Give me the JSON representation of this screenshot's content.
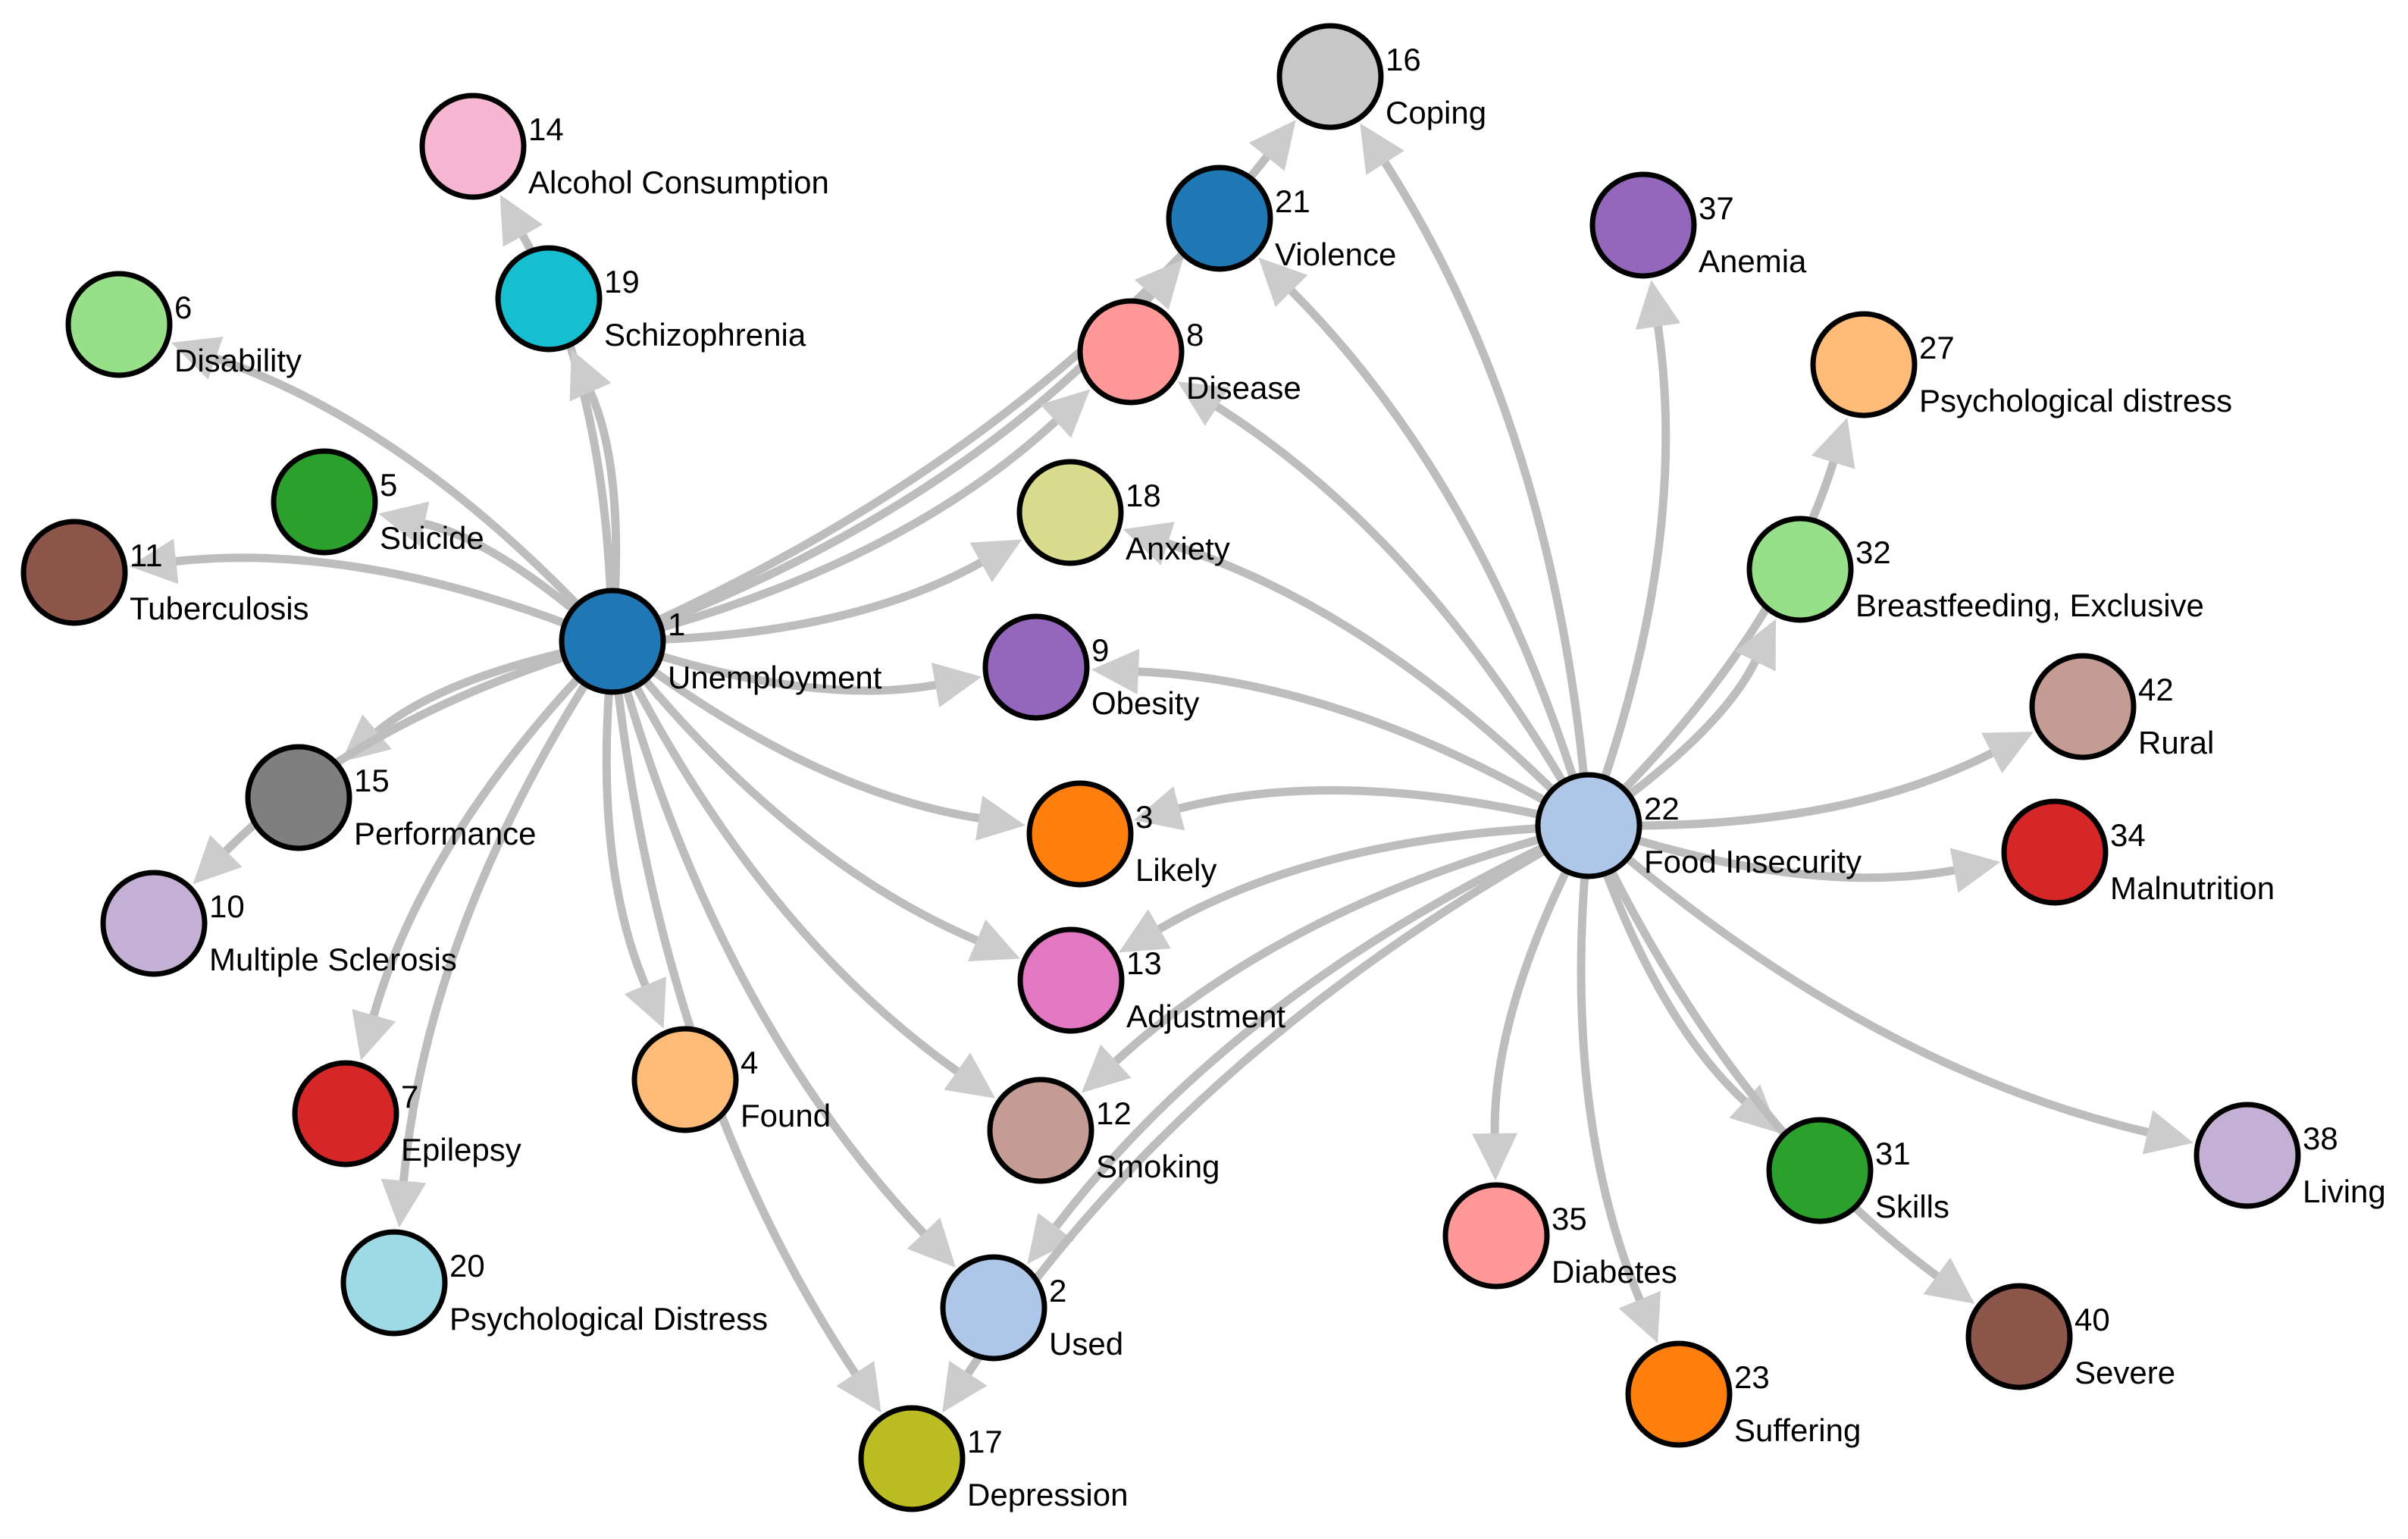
{
  "graph": {
    "nodes": [
      {
        "id": "1",
        "label": "Unemployment",
        "color": "#1f77b4"
      },
      {
        "id": "22",
        "label": "Food Insecurity",
        "color": "#aec7e8"
      },
      {
        "id": "16",
        "label": "Coping",
        "color": "#c7c7c7"
      },
      {
        "id": "14",
        "label": "Alcohol Consumption",
        "color": "#f7b6d2"
      },
      {
        "id": "21",
        "label": "Violence",
        "color": "#1f77b4"
      },
      {
        "id": "19",
        "label": "Schizophrenia",
        "color": "#17becf"
      },
      {
        "id": "6",
        "label": "Disability",
        "color": "#98df8a"
      },
      {
        "id": "8",
        "label": "Disease",
        "color": "#ff9896"
      },
      {
        "id": "5",
        "label": "Suicide",
        "color": "#2ca02c"
      },
      {
        "id": "18",
        "label": "Anxiety",
        "color": "#dbdb8d"
      },
      {
        "id": "11",
        "label": "Tuberculosis",
        "color": "#8c564b"
      },
      {
        "id": "9",
        "label": "Obesity",
        "color": "#9467bd"
      },
      {
        "id": "15",
        "label": "Performance",
        "color": "#7f7f7f"
      },
      {
        "id": "3",
        "label": "Likely",
        "color": "#ff7f0e"
      },
      {
        "id": "10",
        "label": "Multiple Sclerosis",
        "color": "#c5b0d5"
      },
      {
        "id": "13",
        "label": "Adjustment",
        "color": "#e377c2"
      },
      {
        "id": "4",
        "label": "Found",
        "color": "#ffbb78"
      },
      {
        "id": "7",
        "label": "Epilepsy",
        "color": "#d62728"
      },
      {
        "id": "12",
        "label": "Smoking",
        "color": "#c49c94"
      },
      {
        "id": "20",
        "label": "Psychological Distress",
        "color": "#9edae5"
      },
      {
        "id": "2",
        "label": "Used",
        "color": "#aec7e8"
      },
      {
        "id": "17",
        "label": "Depression",
        "color": "#bcbd22"
      },
      {
        "id": "37",
        "label": "Anemia",
        "color": "#9467bd"
      },
      {
        "id": "27",
        "label": "Psychological distress",
        "color": "#ffbb78"
      },
      {
        "id": "32",
        "label": "Breastfeeding, Exclusive",
        "color": "#98df8a"
      },
      {
        "id": "42",
        "label": "Rural",
        "color": "#c49c94"
      },
      {
        "id": "34",
        "label": "Malnutrition",
        "color": "#d62728"
      },
      {
        "id": "38",
        "label": "Living",
        "color": "#c5b0d5"
      },
      {
        "id": "31",
        "label": "Skills",
        "color": "#2ca02c"
      },
      {
        "id": "35",
        "label": "Diabetes",
        "color": "#ff9896"
      },
      {
        "id": "40",
        "label": "Severe",
        "color": "#8c564b"
      },
      {
        "id": "23",
        "label": "Suffering",
        "color": "#ff7f0e"
      }
    ],
    "edges": [
      {
        "source": "1",
        "target": "16"
      },
      {
        "source": "1",
        "target": "14"
      },
      {
        "source": "1",
        "target": "21"
      },
      {
        "source": "1",
        "target": "19"
      },
      {
        "source": "1",
        "target": "6"
      },
      {
        "source": "1",
        "target": "8"
      },
      {
        "source": "1",
        "target": "5"
      },
      {
        "source": "1",
        "target": "18"
      },
      {
        "source": "1",
        "target": "11"
      },
      {
        "source": "1",
        "target": "9"
      },
      {
        "source": "1",
        "target": "15"
      },
      {
        "source": "1",
        "target": "3"
      },
      {
        "source": "1",
        "target": "10"
      },
      {
        "source": "1",
        "target": "13"
      },
      {
        "source": "1",
        "target": "4"
      },
      {
        "source": "1",
        "target": "7"
      },
      {
        "source": "1",
        "target": "12"
      },
      {
        "source": "1",
        "target": "20"
      },
      {
        "source": "1",
        "target": "2"
      },
      {
        "source": "1",
        "target": "17"
      },
      {
        "source": "22",
        "target": "16"
      },
      {
        "source": "22",
        "target": "21"
      },
      {
        "source": "22",
        "target": "8"
      },
      {
        "source": "22",
        "target": "18"
      },
      {
        "source": "22",
        "target": "9"
      },
      {
        "source": "22",
        "target": "3"
      },
      {
        "source": "22",
        "target": "13"
      },
      {
        "source": "22",
        "target": "12"
      },
      {
        "source": "22",
        "target": "2"
      },
      {
        "source": "22",
        "target": "17"
      },
      {
        "source": "22",
        "target": "37"
      },
      {
        "source": "22",
        "target": "27"
      },
      {
        "source": "22",
        "target": "32"
      },
      {
        "source": "22",
        "target": "42"
      },
      {
        "source": "22",
        "target": "34"
      },
      {
        "source": "22",
        "target": "38"
      },
      {
        "source": "22",
        "target": "31"
      },
      {
        "source": "22",
        "target": "35"
      },
      {
        "source": "22",
        "target": "40"
      },
      {
        "source": "22",
        "target": "23"
      }
    ]
  }
}
